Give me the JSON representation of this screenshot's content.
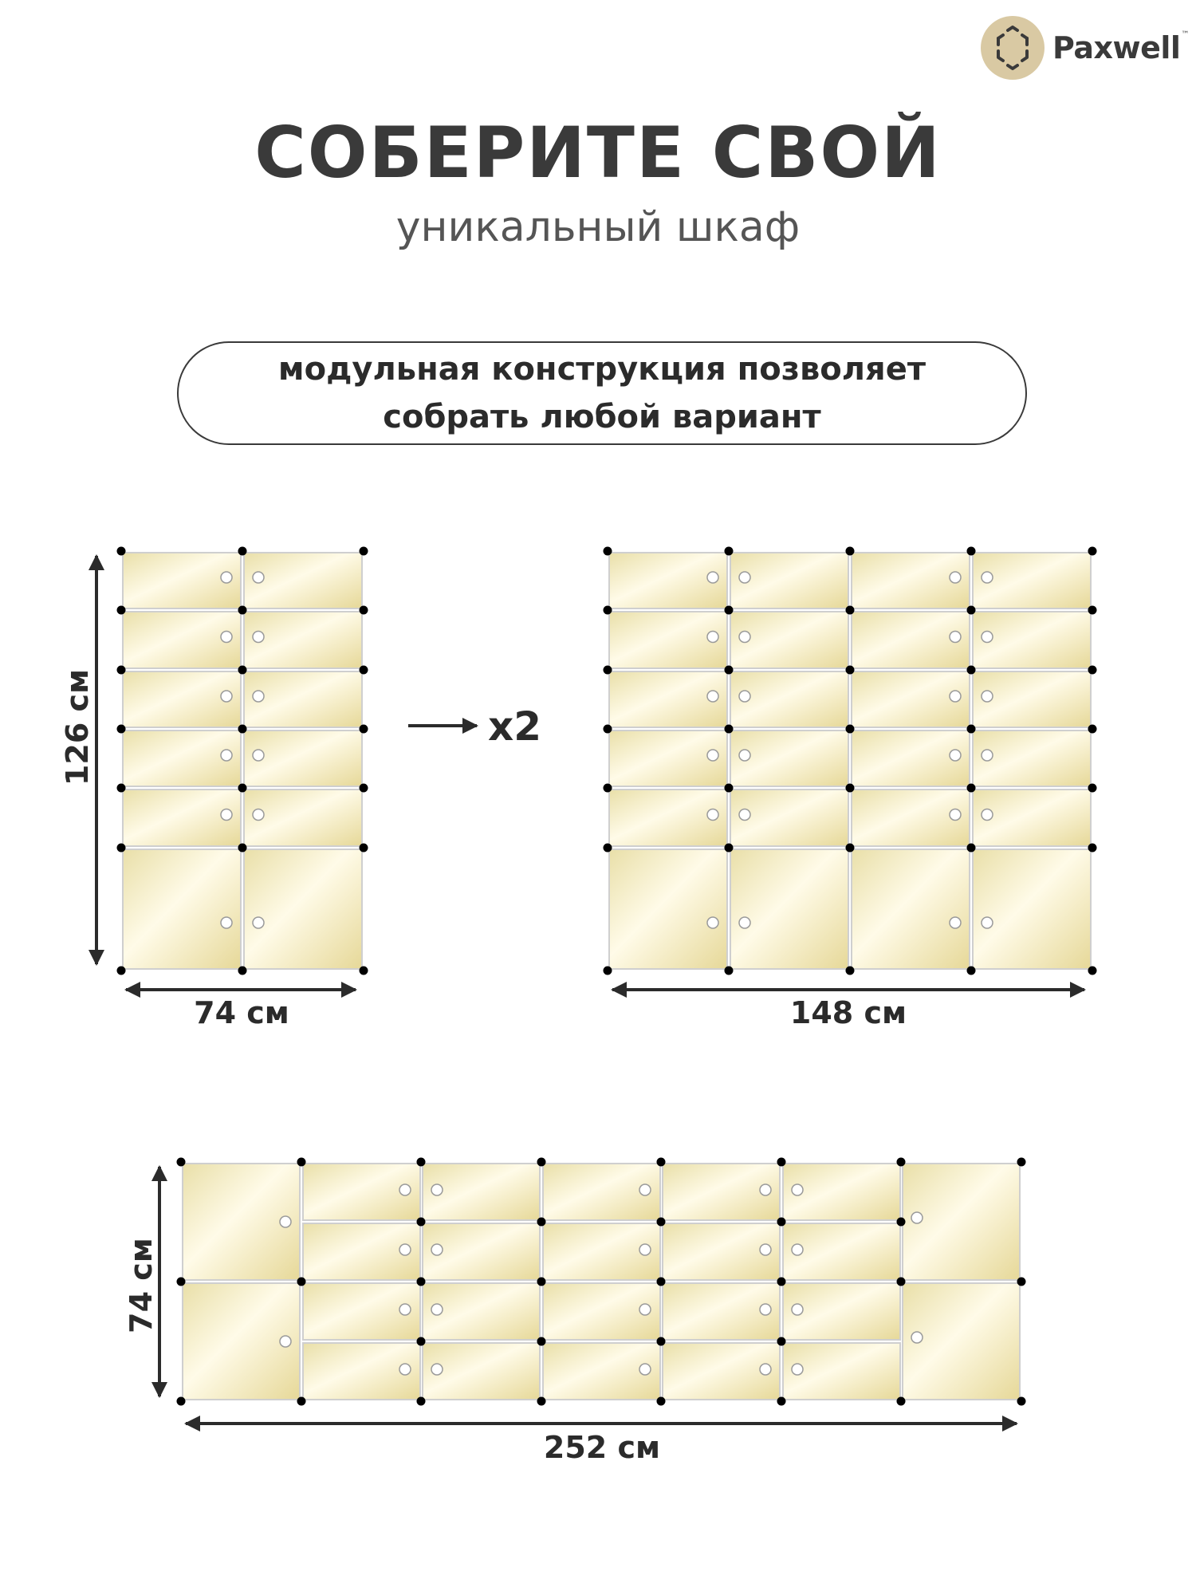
{
  "brand": {
    "name": "Paxwell",
    "trademark": "™",
    "icon": "hexagon-box-logo-icon"
  },
  "heading": {
    "title": "СОБЕРИТЕ СВОЙ",
    "subtitle": "уникальный шкаф"
  },
  "tagline": {
    "line1": "модульная конструкция позволяет",
    "line2": "собрать любой вариант"
  },
  "colors": {
    "panel_light": "#fefbe6",
    "panel_dark": "#e8dba0",
    "frame": "#c9c9c9",
    "joint": "#000000",
    "text": "#3a3a3a"
  },
  "configs": [
    {
      "id": "single-column",
      "height_label": "126 см",
      "width_label": "74 см",
      "rows": [
        {
          "kind": "split",
          "knob": "center"
        },
        {
          "kind": "split",
          "knob": "center"
        },
        {
          "kind": "split",
          "knob": "center"
        },
        {
          "kind": "split",
          "knob": "center"
        },
        {
          "kind": "split",
          "knob": "center"
        },
        {
          "kind": "split-tall",
          "knob": "center"
        }
      ]
    },
    {
      "id": "double-column",
      "multiplier": "x2",
      "width_label": "148 см"
    },
    {
      "id": "long-row",
      "height_label": "74 см",
      "width_label": "252 см"
    }
  ]
}
